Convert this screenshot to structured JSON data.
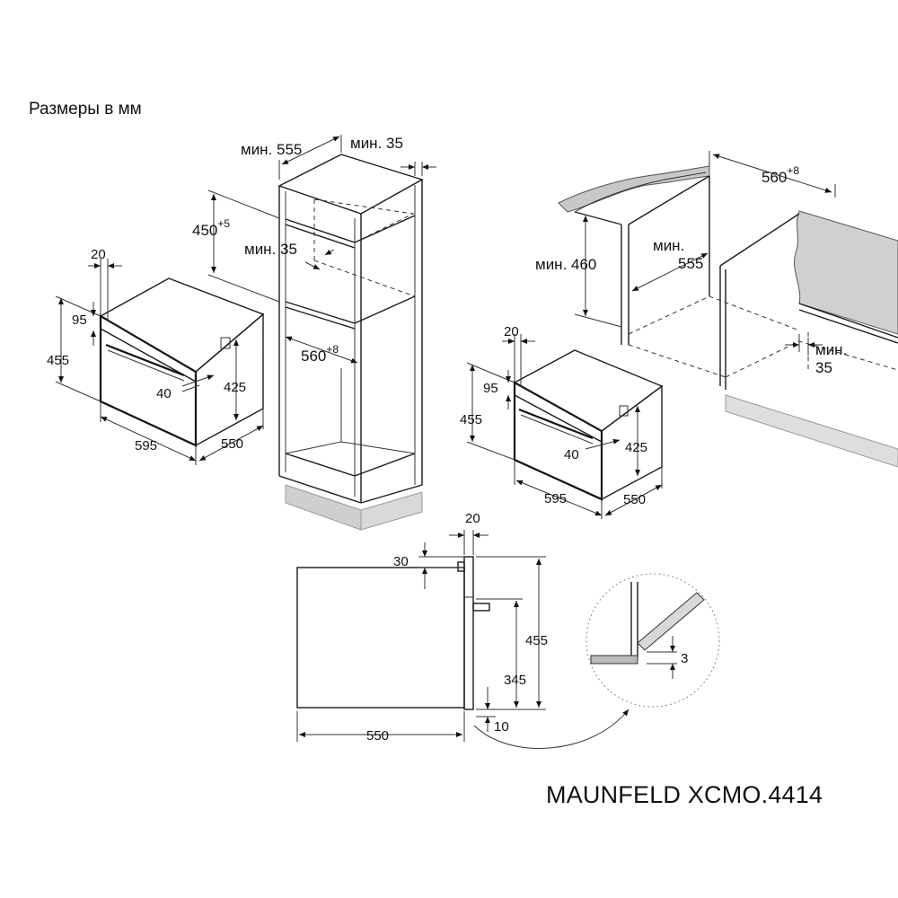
{
  "heading": "Размеры в мм",
  "model": "MAUNFELD XCMO.4414",
  "oven_front_left": {
    "d20": "20",
    "d95": "95",
    "d455": "455",
    "d40": "40",
    "d425": "425",
    "d595": "595",
    "d550": "550"
  },
  "tall_cabinet": {
    "min555": "мин. 555",
    "min35_top": "мин. 35",
    "d450": "450",
    "d450_sup": "+5",
    "min35_mid": "мин. 35",
    "d560": "560",
    "d560_sup": "+8"
  },
  "under_counter": {
    "d560": "560",
    "d560_sup": "+8",
    "min460": "мин. 460",
    "min555_a": "мин.",
    "min555_b": "555",
    "min35_a": "мин.",
    "min35_b": "35"
  },
  "oven_front_right": {
    "d20": "20",
    "d95": "95",
    "d455": "455",
    "d40": "40",
    "d425": "425",
    "d595": "595",
    "d550": "550"
  },
  "side_view": {
    "d20": "20",
    "d30": "30",
    "d455": "455",
    "d345": "345",
    "d550": "550",
    "d10": "10",
    "d3": "3"
  }
}
